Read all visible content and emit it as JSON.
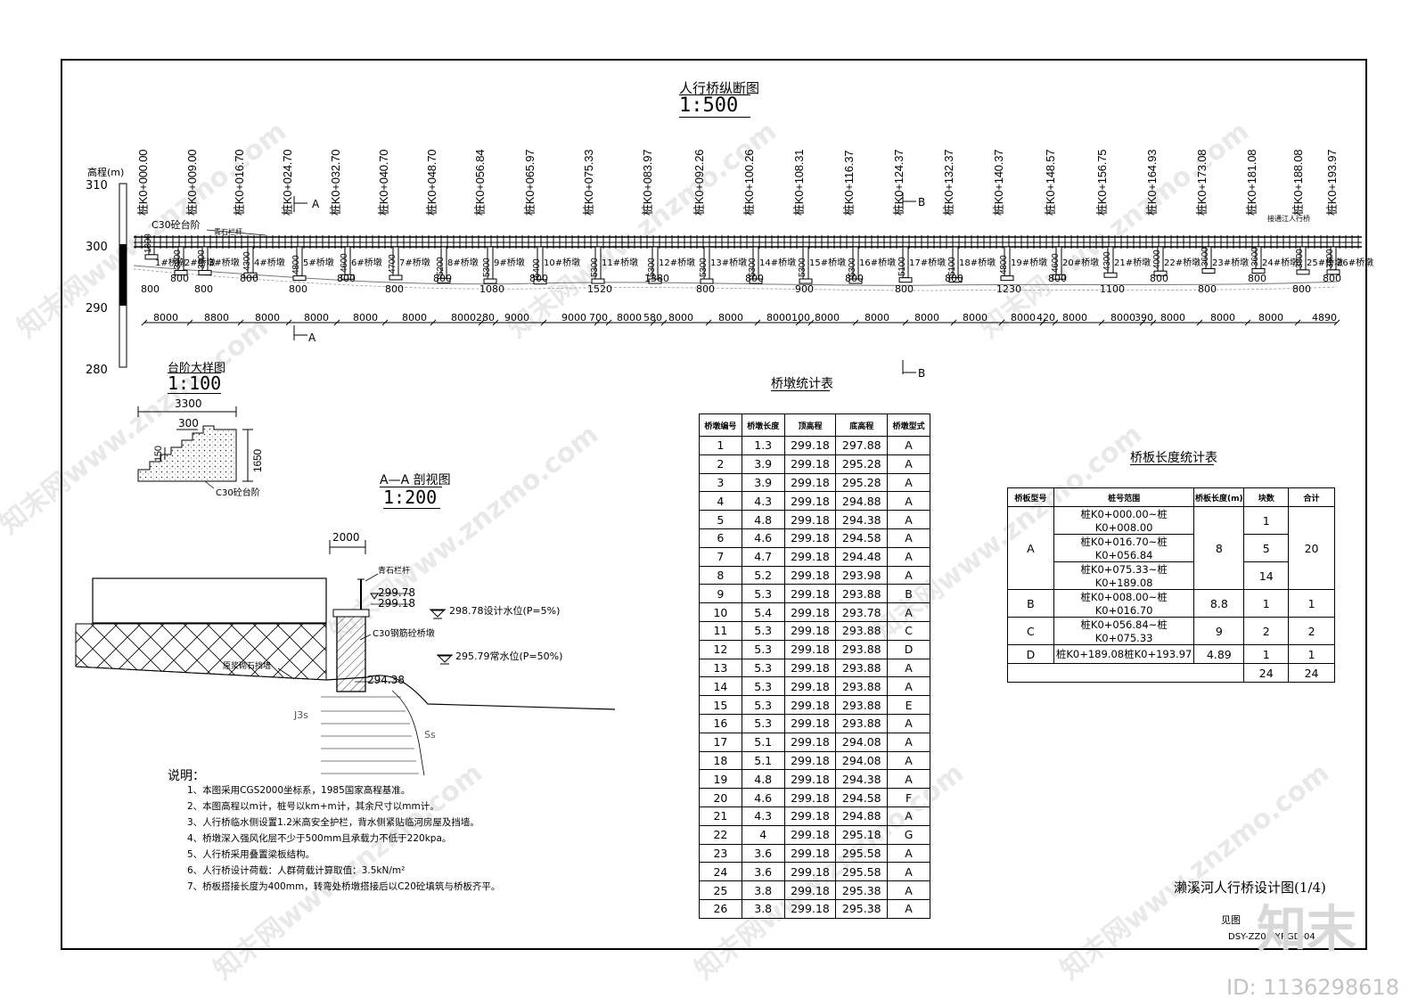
{
  "profile": {
    "title": "人行桥纵断图",
    "scale": "1:500",
    "elev_label": "高程(m)",
    "elev_ticks": [
      "310",
      "300",
      "290",
      "280"
    ],
    "stations": [
      "桩K0+000.00",
      "桩K0+009.00",
      "桩K0+016.70",
      "桩K0+024.70",
      "桩K0+032.70",
      "桩K0+040.70",
      "桩K0+048.70",
      "桩K0+056.84",
      "桩K0+065.97",
      "桩K0+075.33",
      "桩K0+083.97",
      "桩K0+092.26",
      "桩K0+100.26",
      "桩K0+108.31",
      "桩K0+116.37",
      "桩K0+124.37",
      "桩K0+132.37",
      "桩K0+140.37",
      "桩K0+148.57",
      "桩K0+156.75",
      "桩K0+164.93",
      "桩K0+173.08",
      "桩K0+181.08",
      "桩K0+188.08",
      "桩K0+193.97"
    ],
    "section_a": "A",
    "section_b": "B",
    "label_abutment": "C30砼台阶",
    "label_rail": "青石栏杆",
    "label_connect": "接通江人行桥",
    "pier_labels": [
      "1#桥墩",
      "2#桥墩",
      "3#桥墩",
      "4#桥墩",
      "5#桥墩",
      "6#桥墩",
      "7#桥墩",
      "8#桥墩",
      "9#桥墩",
      "10#桥墩",
      "11#桥墩",
      "12#桥墩",
      "13#桥墩",
      "14#桥墩",
      "15#桥墩",
      "16#桥墩",
      "17#桥墩",
      "18#桥墩",
      "19#桥墩",
      "20#桥墩",
      "21#桥墩",
      "22#桥墩",
      "23#桥墩",
      "24#桥墩",
      "25#桥墩",
      "26#桥墩"
    ],
    "pier_heights": [
      "1300",
      "3900",
      "3900",
      "4300",
      "4800",
      "4600",
      "4700",
      "5200",
      "5300",
      "5400",
      "5300",
      "5300",
      "5300",
      "5300",
      "5300",
      "5300",
      "5100",
      "5100",
      "4800",
      "4600",
      "4300",
      "4000",
      "3600",
      "3600",
      "3800",
      "3800"
    ],
    "footings": [
      "800",
      "800",
      "800",
      "800",
      "800",
      "800",
      "800",
      "800",
      "1080",
      "800",
      "1520",
      "1380",
      "800",
      "800",
      "900",
      "800",
      "800",
      "800",
      "1230",
      "800",
      "1100",
      "800",
      "800",
      "800",
      "800",
      "800"
    ],
    "spans": [
      "8000",
      "8800",
      "8000",
      "8000",
      "8000",
      "8000",
      "8000",
      "280",
      "9000",
      "9000",
      "700",
      "8000",
      "580",
      "8000",
      "8000",
      "8000",
      "100",
      "8000",
      "8000",
      "8000",
      "8000",
      "8000",
      "420",
      "8000",
      "8000",
      "390",
      "8000",
      "8000",
      "8000",
      "4890"
    ]
  },
  "step_detail": {
    "title": "台阶大样图",
    "scale": "1:100",
    "dim_width": "3300",
    "dim_tread": "300",
    "dim_riser": "150",
    "dim_height": "1650",
    "label": "C30砼台阶"
  },
  "section_aa": {
    "title": "A—A 剖视图",
    "scale": "1:200",
    "dim_top": "2000",
    "label_rail": "青石栏杆",
    "el1": "299.78",
    "el2": "299.18",
    "el3": "294.38",
    "water_design": "298.78设计水位(P=5%)",
    "water_normal": "295.79常水位(P=50%)",
    "label_pier": "C30钢筋砼桥墩",
    "label_wall": "原浆砌石挡墙",
    "geo1": "J3s",
    "geo2": "Ss"
  },
  "notes": {
    "heading": "说明：",
    "items": [
      "1、本图采用CGS2000坐标系，1985国家高程基准。",
      "2、本图高程以m计，桩号以km+m计，其余尺寸以mm计。",
      "3、人行桥临水侧设置1.2米高安全护栏，背水侧紧贴临河房屋及挡墙。",
      "4、桥墩深入强风化层不少于500mm且承载力不低于220kpa。",
      "5、人行桥采用叠置梁板结构。",
      "6、人行桥设计荷载：人群荷载计算取值：3.5kN/m²",
      "7、桥板搭接长度为400mm，转弯处桥墩搭接后以C20砼填筑与桥板齐平。"
    ]
  },
  "pier_table": {
    "title": "桥墩统计表",
    "headers": [
      "桥墩编号",
      "桥墩长度",
      "顶高程",
      "底高程",
      "桥墩型式"
    ],
    "rows": [
      [
        "1",
        "1.3",
        "299.18",
        "297.88",
        "A"
      ],
      [
        "2",
        "3.9",
        "299.18",
        "295.28",
        "A"
      ],
      [
        "3",
        "3.9",
        "299.18",
        "295.28",
        "A"
      ],
      [
        "4",
        "4.3",
        "299.18",
        "294.88",
        "A"
      ],
      [
        "5",
        "4.8",
        "299.18",
        "294.38",
        "A"
      ],
      [
        "6",
        "4.6",
        "299.18",
        "294.58",
        "A"
      ],
      [
        "7",
        "4.7",
        "299.18",
        "294.48",
        "A"
      ],
      [
        "8",
        "5.2",
        "299.18",
        "293.98",
        "A"
      ],
      [
        "9",
        "5.3",
        "299.18",
        "293.88",
        "B"
      ],
      [
        "10",
        "5.4",
        "299.18",
        "293.78",
        "A"
      ],
      [
        "11",
        "5.3",
        "299.18",
        "293.88",
        "C"
      ],
      [
        "12",
        "5.3",
        "299.18",
        "293.88",
        "D"
      ],
      [
        "13",
        "5.3",
        "299.18",
        "293.88",
        "A"
      ],
      [
        "14",
        "5.3",
        "299.18",
        "293.88",
        "A"
      ],
      [
        "15",
        "5.3",
        "299.18",
        "293.88",
        "E"
      ],
      [
        "16",
        "5.3",
        "299.18",
        "293.88",
        "A"
      ],
      [
        "17",
        "5.1",
        "299.18",
        "294.08",
        "A"
      ],
      [
        "18",
        "5.1",
        "299.18",
        "294.08",
        "A"
      ],
      [
        "19",
        "4.8",
        "299.18",
        "294.38",
        "A"
      ],
      [
        "20",
        "4.6",
        "299.18",
        "294.58",
        "F"
      ],
      [
        "21",
        "4.3",
        "299.18",
        "294.88",
        "A"
      ],
      [
        "22",
        "4",
        "299.18",
        "295.18",
        "G"
      ],
      [
        "23",
        "3.6",
        "299.18",
        "295.58",
        "A"
      ],
      [
        "24",
        "3.6",
        "299.18",
        "295.58",
        "A"
      ],
      [
        "25",
        "3.8",
        "299.18",
        "295.38",
        "A"
      ],
      [
        "26",
        "3.8",
        "299.18",
        "295.38",
        "A"
      ]
    ]
  },
  "slab_table": {
    "title": "桥板长度统计表",
    "headers": [
      "桥板型号",
      "桩号范围",
      "桥板长度(m)",
      "块数",
      "合计"
    ],
    "type_a": "A",
    "a_ranges": [
      "桩K0+000.00~桩K0+008.00",
      "桩K0+016.70~桩K0+056.84",
      "桩K0+075.33~桩K0+189.08"
    ],
    "a_length": "8",
    "a_counts": [
      "1",
      "5",
      "14"
    ],
    "a_total": "20",
    "rows": [
      [
        "B",
        "桩K0+008.00~桩K0+016.70",
        "8.8",
        "1",
        "1"
      ],
      [
        "C",
        "桩K0+056.84~桩K0+075.33",
        "9",
        "2",
        "2"
      ],
      [
        "D",
        "桩K0+189.08桩K0+193.97",
        "4.89",
        "1",
        "1"
      ]
    ],
    "sum_count": "24",
    "sum_total": "24"
  },
  "title_block": {
    "drawing_title": "濑溪河人行桥设计图(1/4)",
    "see": "见图",
    "drawing_no": "DSY-ZZ01-XRGD-04"
  },
  "watermark": {
    "logo": "知末",
    "id": "ID: 1136298618",
    "text": "知末网www.znzmo.com"
  }
}
